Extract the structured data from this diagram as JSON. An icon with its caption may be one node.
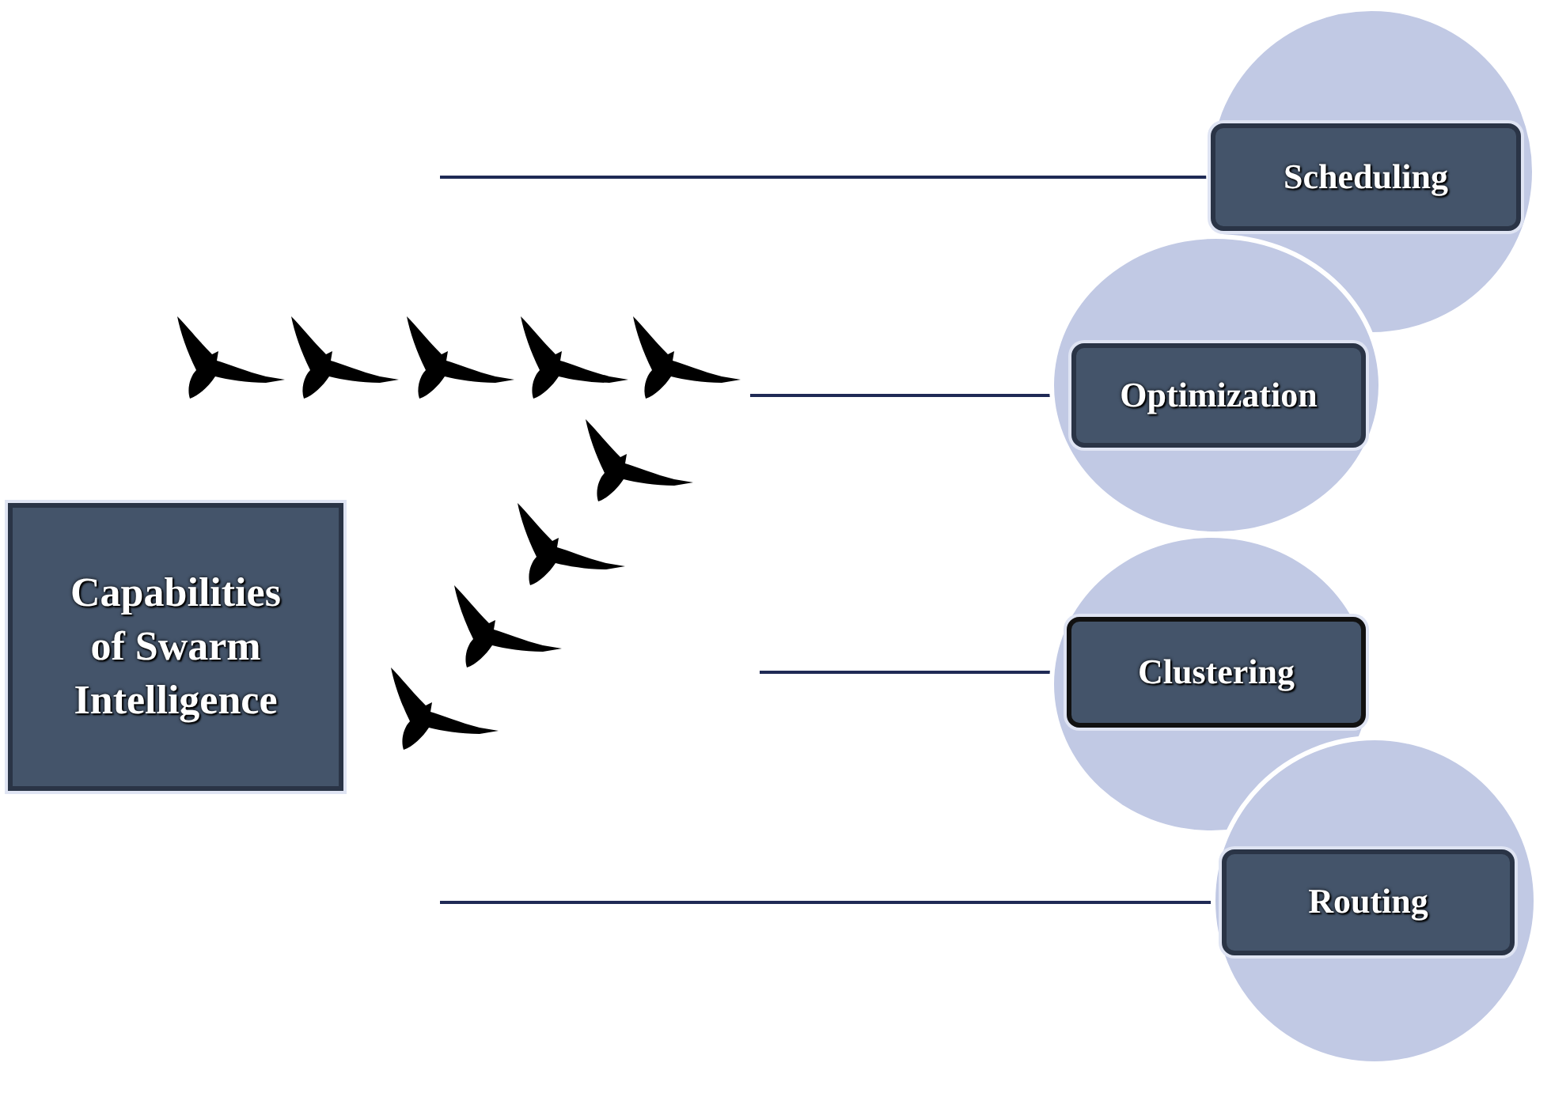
{
  "diagram": {
    "nodes": [
      {
        "text": [
          "Capabilities of Swarm Intelligence"
        ]
      },
      {
        "text": [],
        "shape": "picture"
      },
      {
        "text": [],
        "shape": "picture"
      },
      {
        "text": [],
        "shape": "circle"
      },
      {
        "text": [
          "Scheduling"
        ],
        "in": 3
      },
      {
        "text": [],
        "shape": "circle"
      },
      {
        "text": [
          "Optimization"
        ],
        "in": 5
      },
      {
        "text": [],
        "shape": "circle"
      },
      {
        "text": [
          "Clustering"
        ],
        "in": 7
      },
      {
        "text": [],
        "shape": "circle"
      },
      {
        "text": [
          "Routing"
        ],
        "in": 9
      }
    ],
    "edges": [
      {
        "from": null,
        "to": 4,
        "arrow": "none"
      },
      {
        "from": 1,
        "to": 6,
        "arrow": "none"
      },
      {
        "from": 2,
        "to": 8,
        "arrow": "none"
      },
      {
        "from": null,
        "to": 10,
        "arrow": "none"
      }
    ]
  }
}
